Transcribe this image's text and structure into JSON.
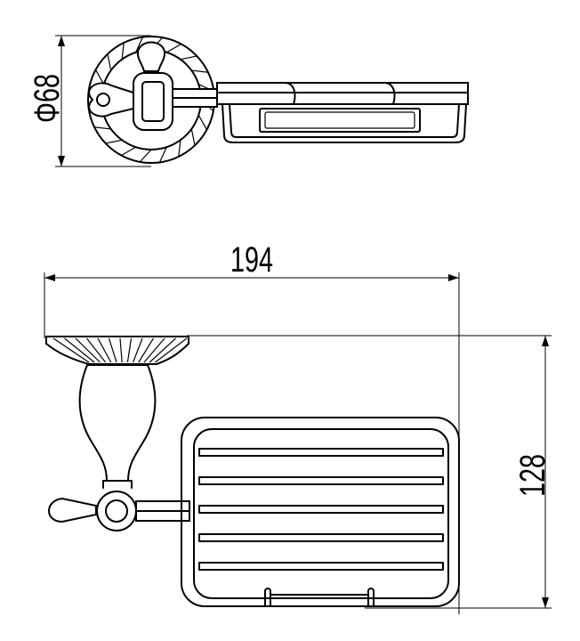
{
  "dimensions": {
    "diameter": "Φ68",
    "width": "194",
    "height": "128"
  }
}
